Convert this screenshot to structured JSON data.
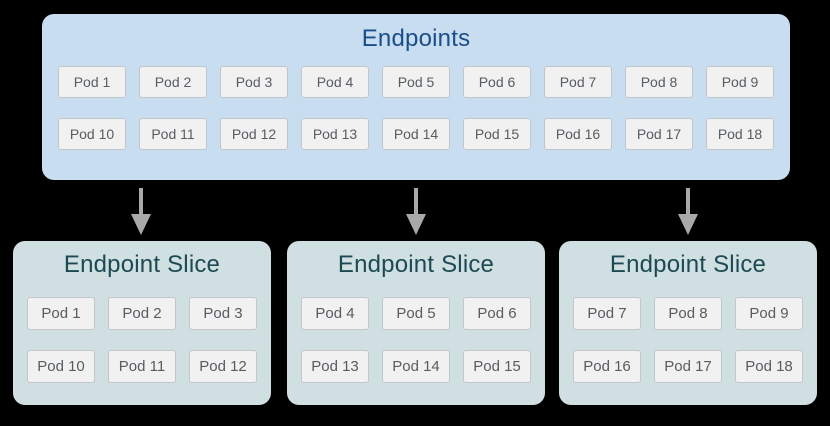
{
  "colors": {
    "canvas_bg": "#000000",
    "endpoints_box_bg": "#c9ddf1",
    "endpoints_title_text": "#1a4e8a",
    "slice_box_bg": "#cfdfe2",
    "slice_title_text": "#1d4a52",
    "pod_bg": "#f1f1f1",
    "pod_border": "#c3c6c9",
    "pod_text": "#575c61",
    "arrow": "#a9a9a9"
  },
  "endpoints": {
    "title": "Endpoints",
    "pods": [
      "Pod 1",
      "Pod 2",
      "Pod 3",
      "Pod 4",
      "Pod 5",
      "Pod 6",
      "Pod 7",
      "Pod 8",
      "Pod 9",
      "Pod 10",
      "Pod 11",
      "Pod 12",
      "Pod 13",
      "Pod 14",
      "Pod 15",
      "Pod 16",
      "Pod 17",
      "Pod 18"
    ]
  },
  "slices": [
    {
      "title": "Endpoint Slice",
      "pods": [
        "Pod 1",
        "Pod 2",
        "Pod 3",
        "Pod 10",
        "Pod 11",
        "Pod 12"
      ]
    },
    {
      "title": "Endpoint Slice",
      "pods": [
        "Pod 4",
        "Pod 5",
        "Pod 6",
        "Pod 13",
        "Pod 14",
        "Pod 15"
      ]
    },
    {
      "title": "Endpoint Slice",
      "pods": [
        "Pod 7",
        "Pod 8",
        "Pod 9",
        "Pod 16",
        "Pod 17",
        "Pod 18"
      ]
    }
  ]
}
